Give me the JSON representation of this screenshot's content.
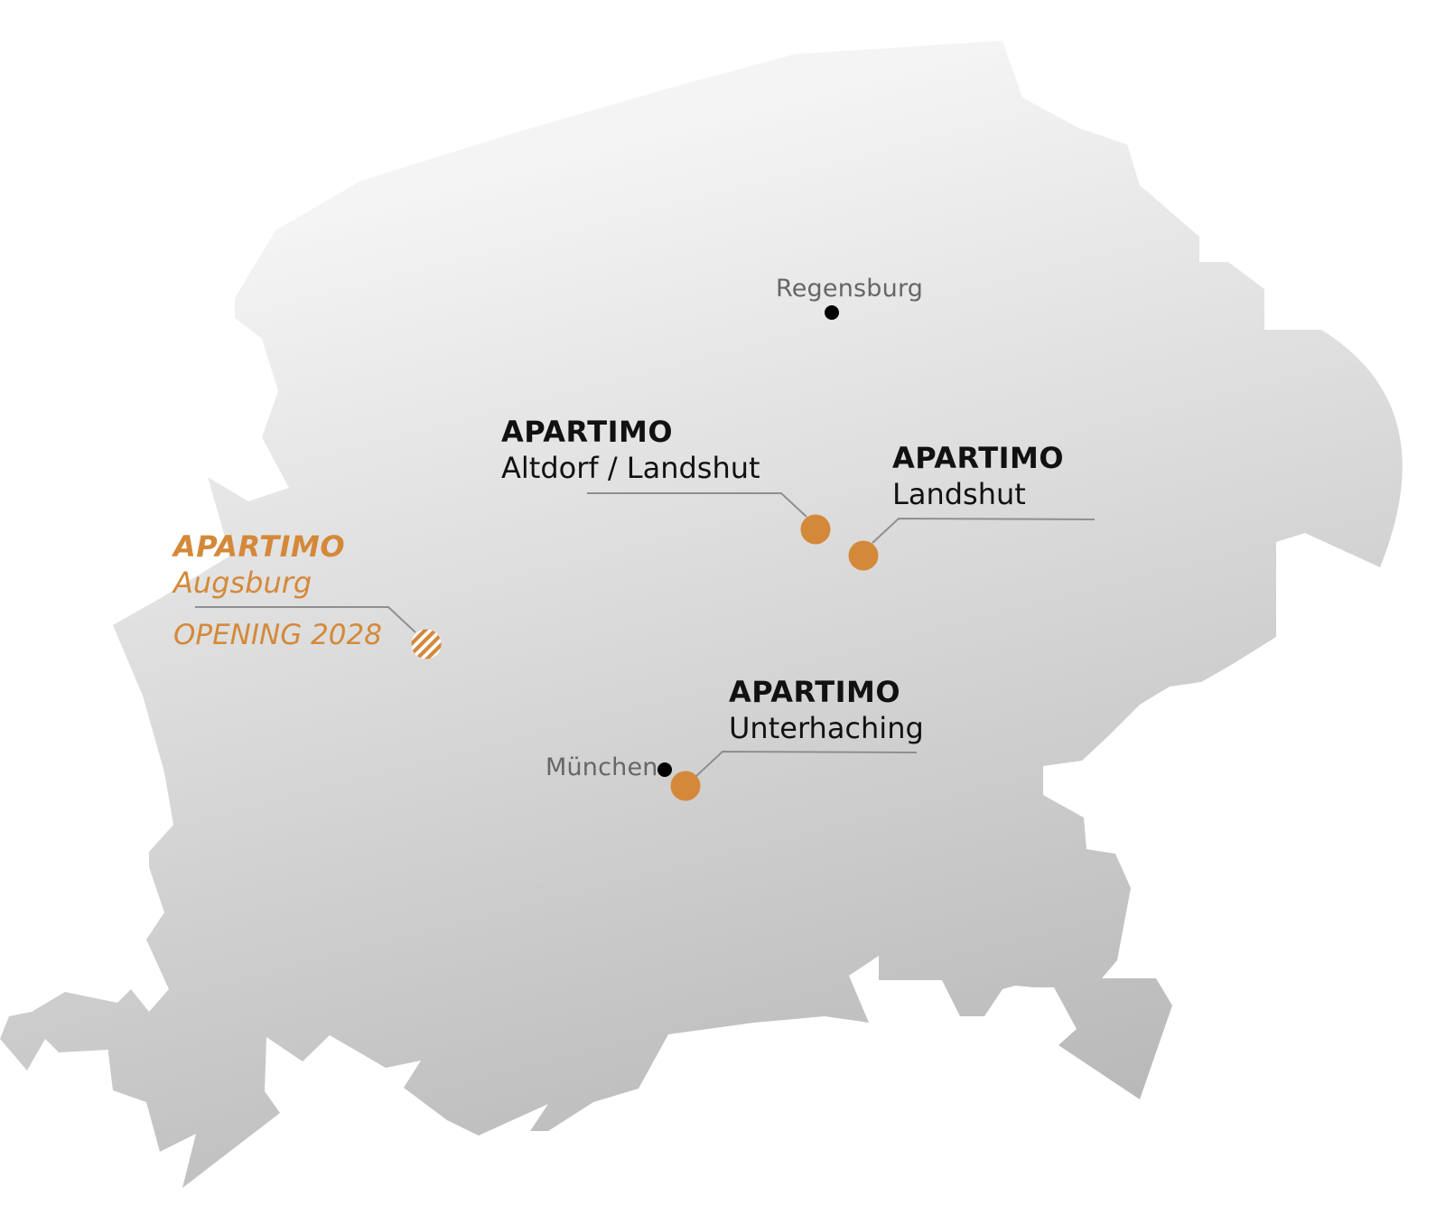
{
  "colors": {
    "region_light": "#f4f4f4",
    "region_dark": "#b3b3b3",
    "marker": "#d4893a",
    "leader_line": "#8f8f8f",
    "city_dot": "#000000",
    "label_text": "#111111",
    "city_text": "#666666"
  },
  "cities": {
    "regensburg": "Regensburg",
    "muenchen": "München"
  },
  "locations": {
    "altdorf": {
      "brand": "APARTIMO",
      "name": "Altdorf / Landshut"
    },
    "landshut": {
      "brand": "APARTIMO",
      "name": "Landshut"
    },
    "augsburg": {
      "brand": "APARTIMO",
      "name": "Augsburg",
      "status": "OPENING 2028"
    },
    "unterhaching": {
      "brand": "APARTIMO",
      "name": "Unterhaching"
    }
  },
  "icons": {
    "marker": "filled-circle-icon",
    "planned_marker": "striped-circle-icon",
    "city": "dot-icon"
  }
}
